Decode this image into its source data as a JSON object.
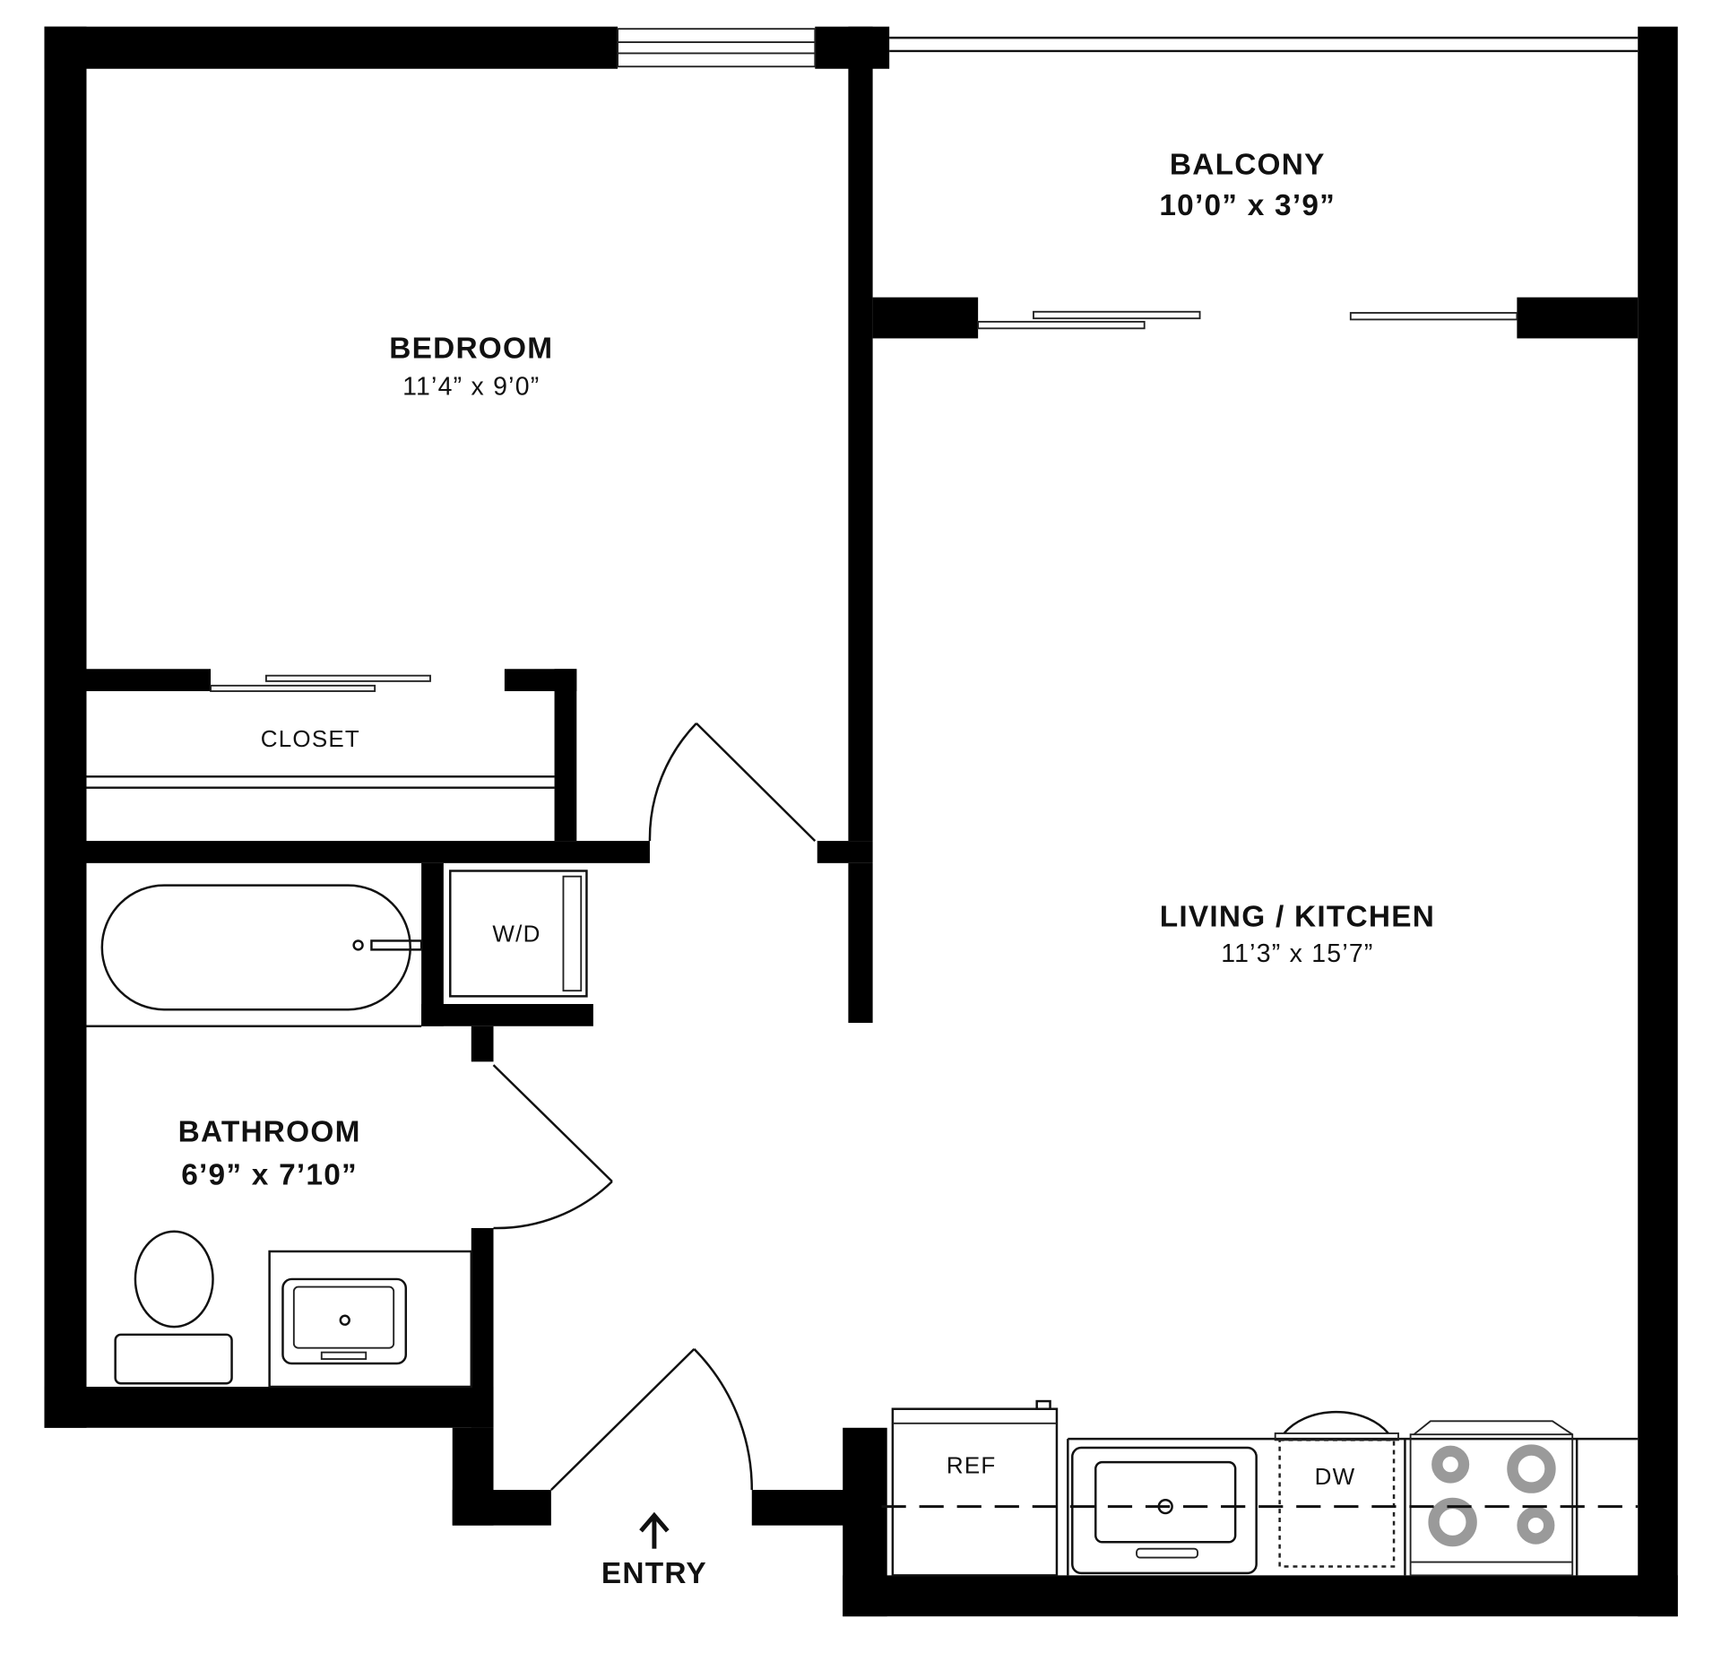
{
  "rooms": {
    "bedroom": {
      "name": "BEDROOM",
      "size": "11’4” x 9’0”"
    },
    "balcony": {
      "name": "BALCONY",
      "size": "10’0” x 3’9”"
    },
    "living_kitchen": {
      "name": "LIVING / KITCHEN",
      "size": "11’3” x 15’7”"
    },
    "bathroom": {
      "name": "BATHROOM",
      "size": "6’9” x 7’10”"
    },
    "closet": {
      "name": "CLOSET"
    }
  },
  "fixtures": {
    "washer_dryer": "W/D",
    "refrigerator": "REF",
    "dishwasher": "DW"
  },
  "entry": {
    "label": "ENTRY",
    "icon": "arrow-up-icon"
  },
  "colors": {
    "wall": "#000000",
    "burner": "#9a9a9a"
  }
}
